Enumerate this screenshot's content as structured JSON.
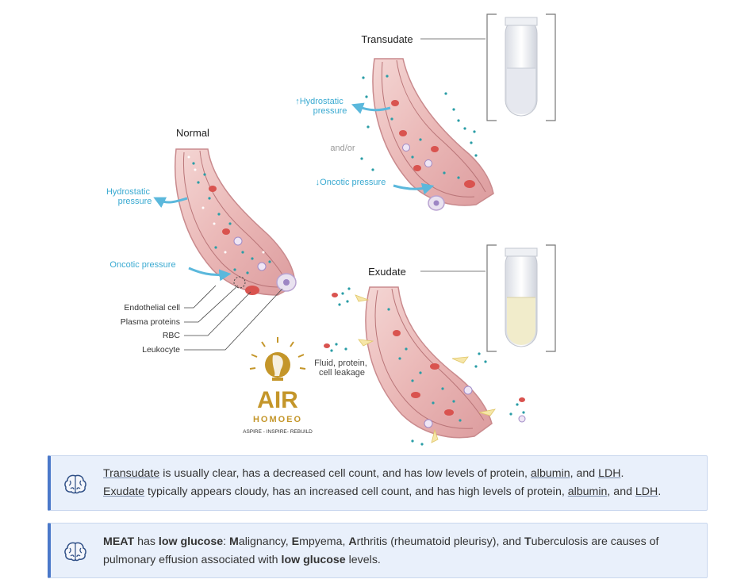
{
  "figure": {
    "normal": {
      "title": "Normal",
      "hydrostatic": [
        "Hydrostatic",
        "pressure"
      ],
      "oncotic": "Oncotic pressure",
      "legend": [
        "Endothelial cell",
        "Plasma proteins",
        "RBC",
        "Leukocyte"
      ]
    },
    "transudate": {
      "title": "Transudate",
      "hydrostatic": [
        "↑Hydrostatic",
        "pressure"
      ],
      "andor": "and/or",
      "oncotic": "↓Oncotic pressure",
      "tube_fluid_color": "#e6e8ef"
    },
    "exudate": {
      "title": "Exudate",
      "leak": [
        "Fluid, protein,",
        "cell leakage"
      ],
      "tube_fluid_color": "#f1eccb"
    },
    "logo": {
      "name": "AIR",
      "sub": "HOMOEO",
      "tagline": "ASPIRE - INSPIRE- REBUILD"
    },
    "colors": {
      "label_blue": "#3aaad1",
      "vessel": "#e3a9ab",
      "arrow_blue": "#5bb8dc",
      "logo_gold": "#c4962a"
    }
  },
  "callouts": [
    {
      "icon": "brain-icon",
      "line1": {
        "t1": "Transudate",
        "t2": " is usually clear, has a decreased cell count, and has low levels of protein, ",
        "t3": "albumin",
        "t4": ", and ",
        "t5": "LDH",
        "t6": "."
      },
      "line2": {
        "t1": "Exudate",
        "t2": " typically appears cloudy, has an increased cell count, and has high levels of protein, ",
        "t3": "albumin",
        "t4": ", and ",
        "t5": "LDH",
        "t6": "."
      }
    },
    {
      "icon": "brain-icon",
      "line1": {
        "a": "MEAT",
        "b": " has ",
        "c": "low glucose",
        "d": ": ",
        "e": "M",
        "f": "alignancy, ",
        "g": "E",
        "h": "mpyema, ",
        "i": "A",
        "j": "rthritis (rheumatoid pleurisy), and ",
        "k": "T",
        "l": "uberculosis are causes of"
      },
      "line2": {
        "a": "pulmonary effusion associated with ",
        "b": "low glucose",
        "c": " levels."
      }
    }
  ]
}
